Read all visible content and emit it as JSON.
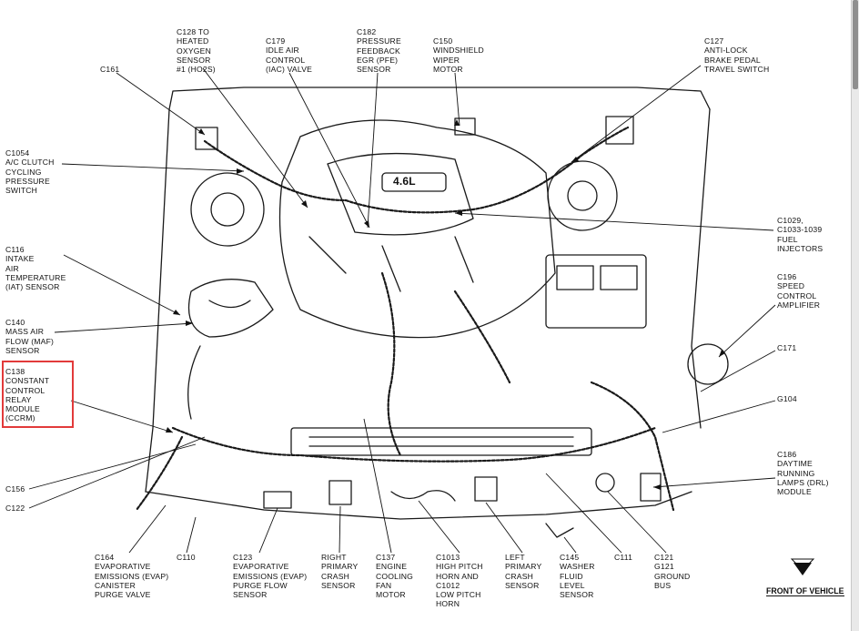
{
  "labels": {
    "c128": "C128 TO\nHEATED\nOXYGEN\nSENSOR\n#1 (HO2S)",
    "c179": "C179\nIDLE AIR\nCONTROL\n(IAC) VALVE",
    "c182": "C182\nPRESSURE\nFEEDBACK\nEGR (PFE)\nSENSOR",
    "c150": "C150\nWINDSHIELD\nWIPER\nMOTOR",
    "c127": "C127\nANTI-LOCK\nBRAKE PEDAL\nTRAVEL SWITCH",
    "c161": "C161",
    "c1054": "C1054\nA/C CLUTCH\nCYCLING\nPRESSURE\nSWITCH",
    "c116": "C116\nINTAKE\nAIR\nTEMPERATURE\n(IAT) SENSOR",
    "c140": "C140\nMASS AIR\nFLOW (MAF)\nSENSOR",
    "c138": "C138\nCONSTANT\nCONTROL\nRELAY\nMODULE\n(CCRM)",
    "c156": "C156",
    "c122": "C122",
    "c1029": "C1029,\nC1033-1039\nFUEL\nINJECTORS",
    "c196": "C196\nSPEED\nCONTROL\nAMPLIFIER",
    "c171": "C171",
    "g104": "G104",
    "c186": "C186\nDAYTIME\nRUNNING\nLAMPS (DRL)\nMODULE",
    "c164": "C164\nEVAPORATIVE\nEMISSIONS (EVAP)\nCANISTER\nPURGE VALVE",
    "c110": "C110",
    "c123": "C123\nEVAPORATIVE\nEMISSIONS (EVAP)\nPURGE FLOW\nSENSOR",
    "right_crash": "RIGHT\nPRIMARY\nCRASH\nSENSOR",
    "c137": "C137\nENGINE\nCOOLING\nFAN\nMOTOR",
    "c1013": "C1013\nHIGH PITCH\nHORN AND\nC1012\nLOW PITCH\nHORN",
    "left_crash": "LEFT\nPRIMARY\nCRASH\nSENSOR",
    "c145": "C145\nWASHER\nFLUID\nLEVEL\nSENSOR",
    "c111": "C111",
    "c121": "C121\nG121\nGROUND\nBUS",
    "engine_badge": "4.6L"
  },
  "front_of_vehicle": "FRONT OF VEHICLE",
  "highlight_color": "#e23a3a"
}
